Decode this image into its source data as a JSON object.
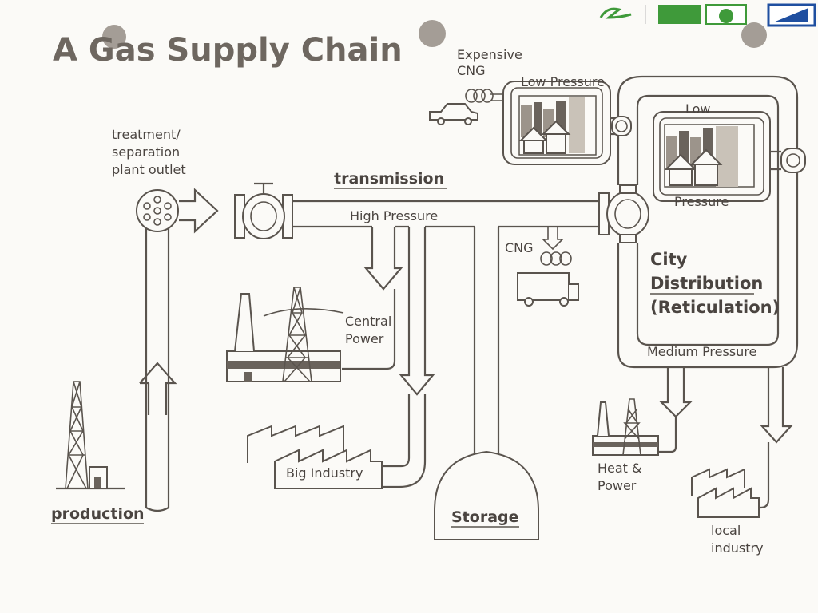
{
  "title": "A Gas Supply Chain",
  "labels": {
    "production": "production",
    "treatment_line1": "treatment/",
    "treatment_line2": "separation",
    "treatment_line3": "plant outlet",
    "transmission": "transmission",
    "high_pressure": "High Pressure",
    "central_power_line1": "Central",
    "central_power_line2": "Power",
    "big_industry": "Big Industry",
    "storage": "Storage",
    "cng": "CNG",
    "expensive_cng_line1": "Expensive",
    "expensive_cng_line2": "CNG",
    "low_pressure": "Low Pressure",
    "low": "Low",
    "pressure": "Pressure",
    "city_line1": "City",
    "city_line2": "Distribution",
    "city_line3": "(Reticulation)",
    "medium_pressure": "Medium Pressure",
    "heat_power_line1": "Heat &",
    "heat_power_line2": "Power",
    "local_industry_line1": "local",
    "local_industry_line2": "industry"
  },
  "logos": [
    "green-swoosh-logo",
    "green-university-badge",
    "blue-shield-logo"
  ],
  "colors": {
    "ink": "#5a544e",
    "paper": "#fbfaf7",
    "logo_green": "#3f9a3a",
    "logo_blue": "#1f4fa0"
  }
}
